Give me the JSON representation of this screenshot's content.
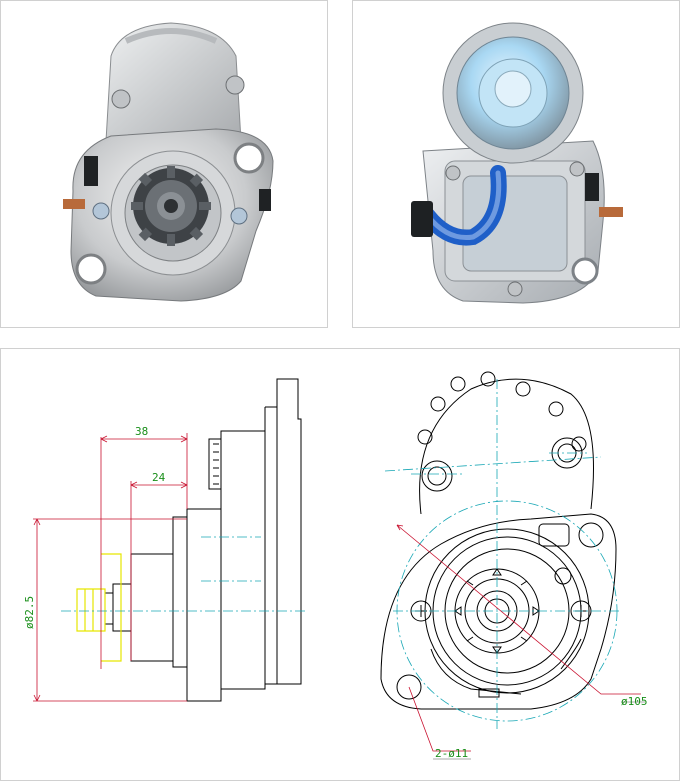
{
  "panels": {
    "front_photo": {
      "icon": "starter-motor-front-photo"
    },
    "rear_photo": {
      "icon": "starter-motor-rear-photo"
    },
    "drawing": {
      "icon": "technical-drawing"
    }
  },
  "dimensions": {
    "length_38": "38",
    "length_24": "24",
    "diameter_82_5": "ø82.5",
    "diameter_105": "ø105",
    "holes_2_d11": "2-ø11"
  },
  "colors": {
    "dimension_line": "#c8102e",
    "dimension_text": "#1a8f1a",
    "centerline": "#18a7b5",
    "outline": "#000000",
    "pinion_highlight": "#e6e600",
    "cable": "#1f5fc8"
  }
}
